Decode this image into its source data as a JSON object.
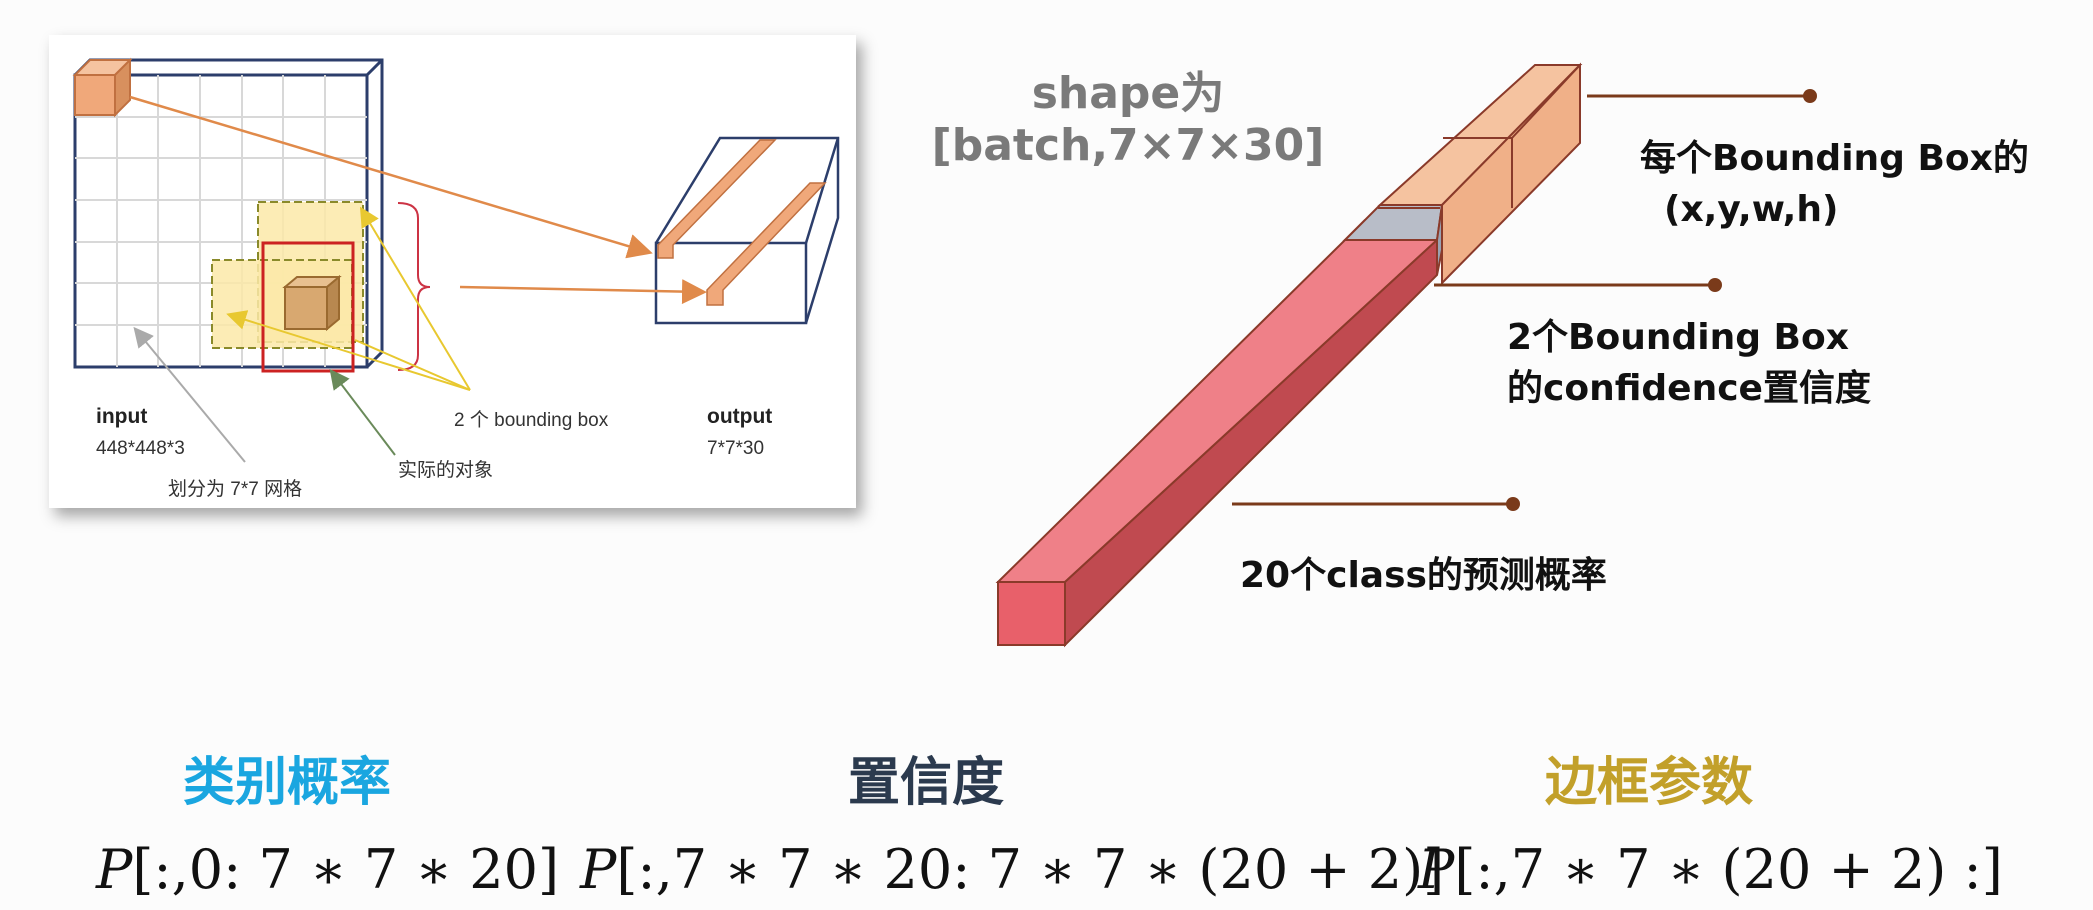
{
  "left_figure": {
    "input_label": "input",
    "input_size": "448*448*3",
    "grid_caption": "划分为 7*7 网格",
    "object_caption": "实际的对象",
    "bbox_caption": "2 个 bounding box",
    "output_label": "output",
    "output_size": "7*7*30"
  },
  "tensor_figure": {
    "shape_line1": "shape为",
    "shape_line2": "[batch,7×7×30]",
    "ann_xywh_line1": "每个Bounding Box的",
    "ann_xywh_line2": "(x,y,w,h)",
    "ann_conf_line1": "2个Bounding Box",
    "ann_conf_line2": "的confidence置信度",
    "ann_class": "20个class的预测概率"
  },
  "sections": {
    "class_prob": {
      "title": "类别概率",
      "color": "#1aa6e0",
      "formula_var": "P",
      "formula_rest": "[:,0: 7 ∗ 7 ∗ 20]"
    },
    "confidence": {
      "title": "置信度",
      "color": "#2b3a4e",
      "formula_var": "P",
      "formula_rest": "[:,7 ∗ 7 ∗ 20: 7 ∗ 7 ∗ (20 + 2)]"
    },
    "box_params": {
      "title": "边框参数",
      "color": "#c2a02a",
      "formula_var": "P",
      "formula_rest": "[:,7 ∗ 7 ∗ (20 + 2) :]"
    }
  },
  "colors": {
    "grid_frame": "#2c3e6b",
    "cube_orange": "#f0a87a",
    "yellow_box": "#fbe9a8",
    "red_box": "#cc2222",
    "arrow_orange": "#e08a4a",
    "arrow_yellow": "#e8d040",
    "tensor_red": "#e8707a",
    "tensor_dark_red": "#c04a50",
    "tensor_peach": "#f5c3a0",
    "tensor_gray": "#a8b0c0",
    "leader_line": "#7a3a1a"
  }
}
